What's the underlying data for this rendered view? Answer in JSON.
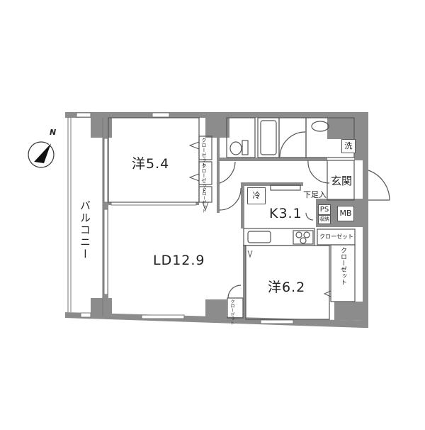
{
  "compass": {
    "label": "N",
    "icon": "north-compass-icon"
  },
  "rooms": {
    "western_room_1": {
      "label": "洋5.4"
    },
    "living_dining": {
      "label": "LD12.9"
    },
    "kitchen": {
      "label": "K3.1"
    },
    "western_room_2": {
      "label": "洋6.2"
    },
    "entrance": {
      "label": "玄関"
    },
    "balcony": {
      "label": "バルコニー"
    }
  },
  "fixtures": {
    "closet_a": "クローゼット",
    "closet_b": "クローゼット",
    "closet_c": "クローゼット",
    "closet_ld": "クローゼット",
    "closet_room2_top": "クローゼット",
    "closet_room2_side": "クローゼット",
    "refrigerator": "冷",
    "washer": "洗",
    "shoe_storage": "下足入",
    "pipe_space": "PS",
    "storage": "収納",
    "meter_box": "MB"
  },
  "colors": {
    "wall": "#8c8c8c",
    "line": "#555555",
    "background": "#ffffff",
    "text": "#222222"
  }
}
